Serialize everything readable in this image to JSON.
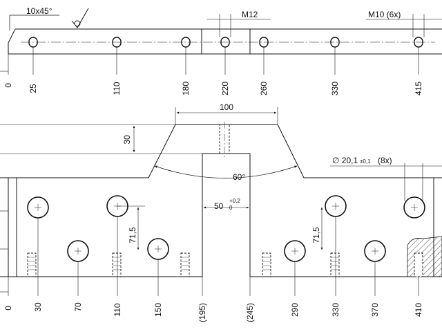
{
  "top_view": {
    "chamfer_label": "10x45°",
    "thread_label_center": "M12",
    "thread_label_row": "M10 (6x)",
    "x_dims": [
      "0",
      "25",
      "110",
      "180",
      "220",
      "260",
      "330",
      "415"
    ]
  },
  "front_view": {
    "top_width": "100",
    "height_30": "30",
    "angle": "60°",
    "hole_dia": "∅ 20,1",
    "hole_tol": "±0,1",
    "hole_count": "(8x)",
    "slot_width": "50",
    "slot_tol_upper": "+0,2",
    "slot_tol_lower": "0",
    "row_spacing_left": "71,5",
    "row_spacing_right": "71,5",
    "x_dims": [
      "0",
      "30",
      "70",
      "110",
      "150",
      "(195)",
      "(245)",
      "290",
      "330",
      "370",
      "410"
    ]
  },
  "colors": {
    "line": "#111111",
    "paper": "#ffffff"
  }
}
